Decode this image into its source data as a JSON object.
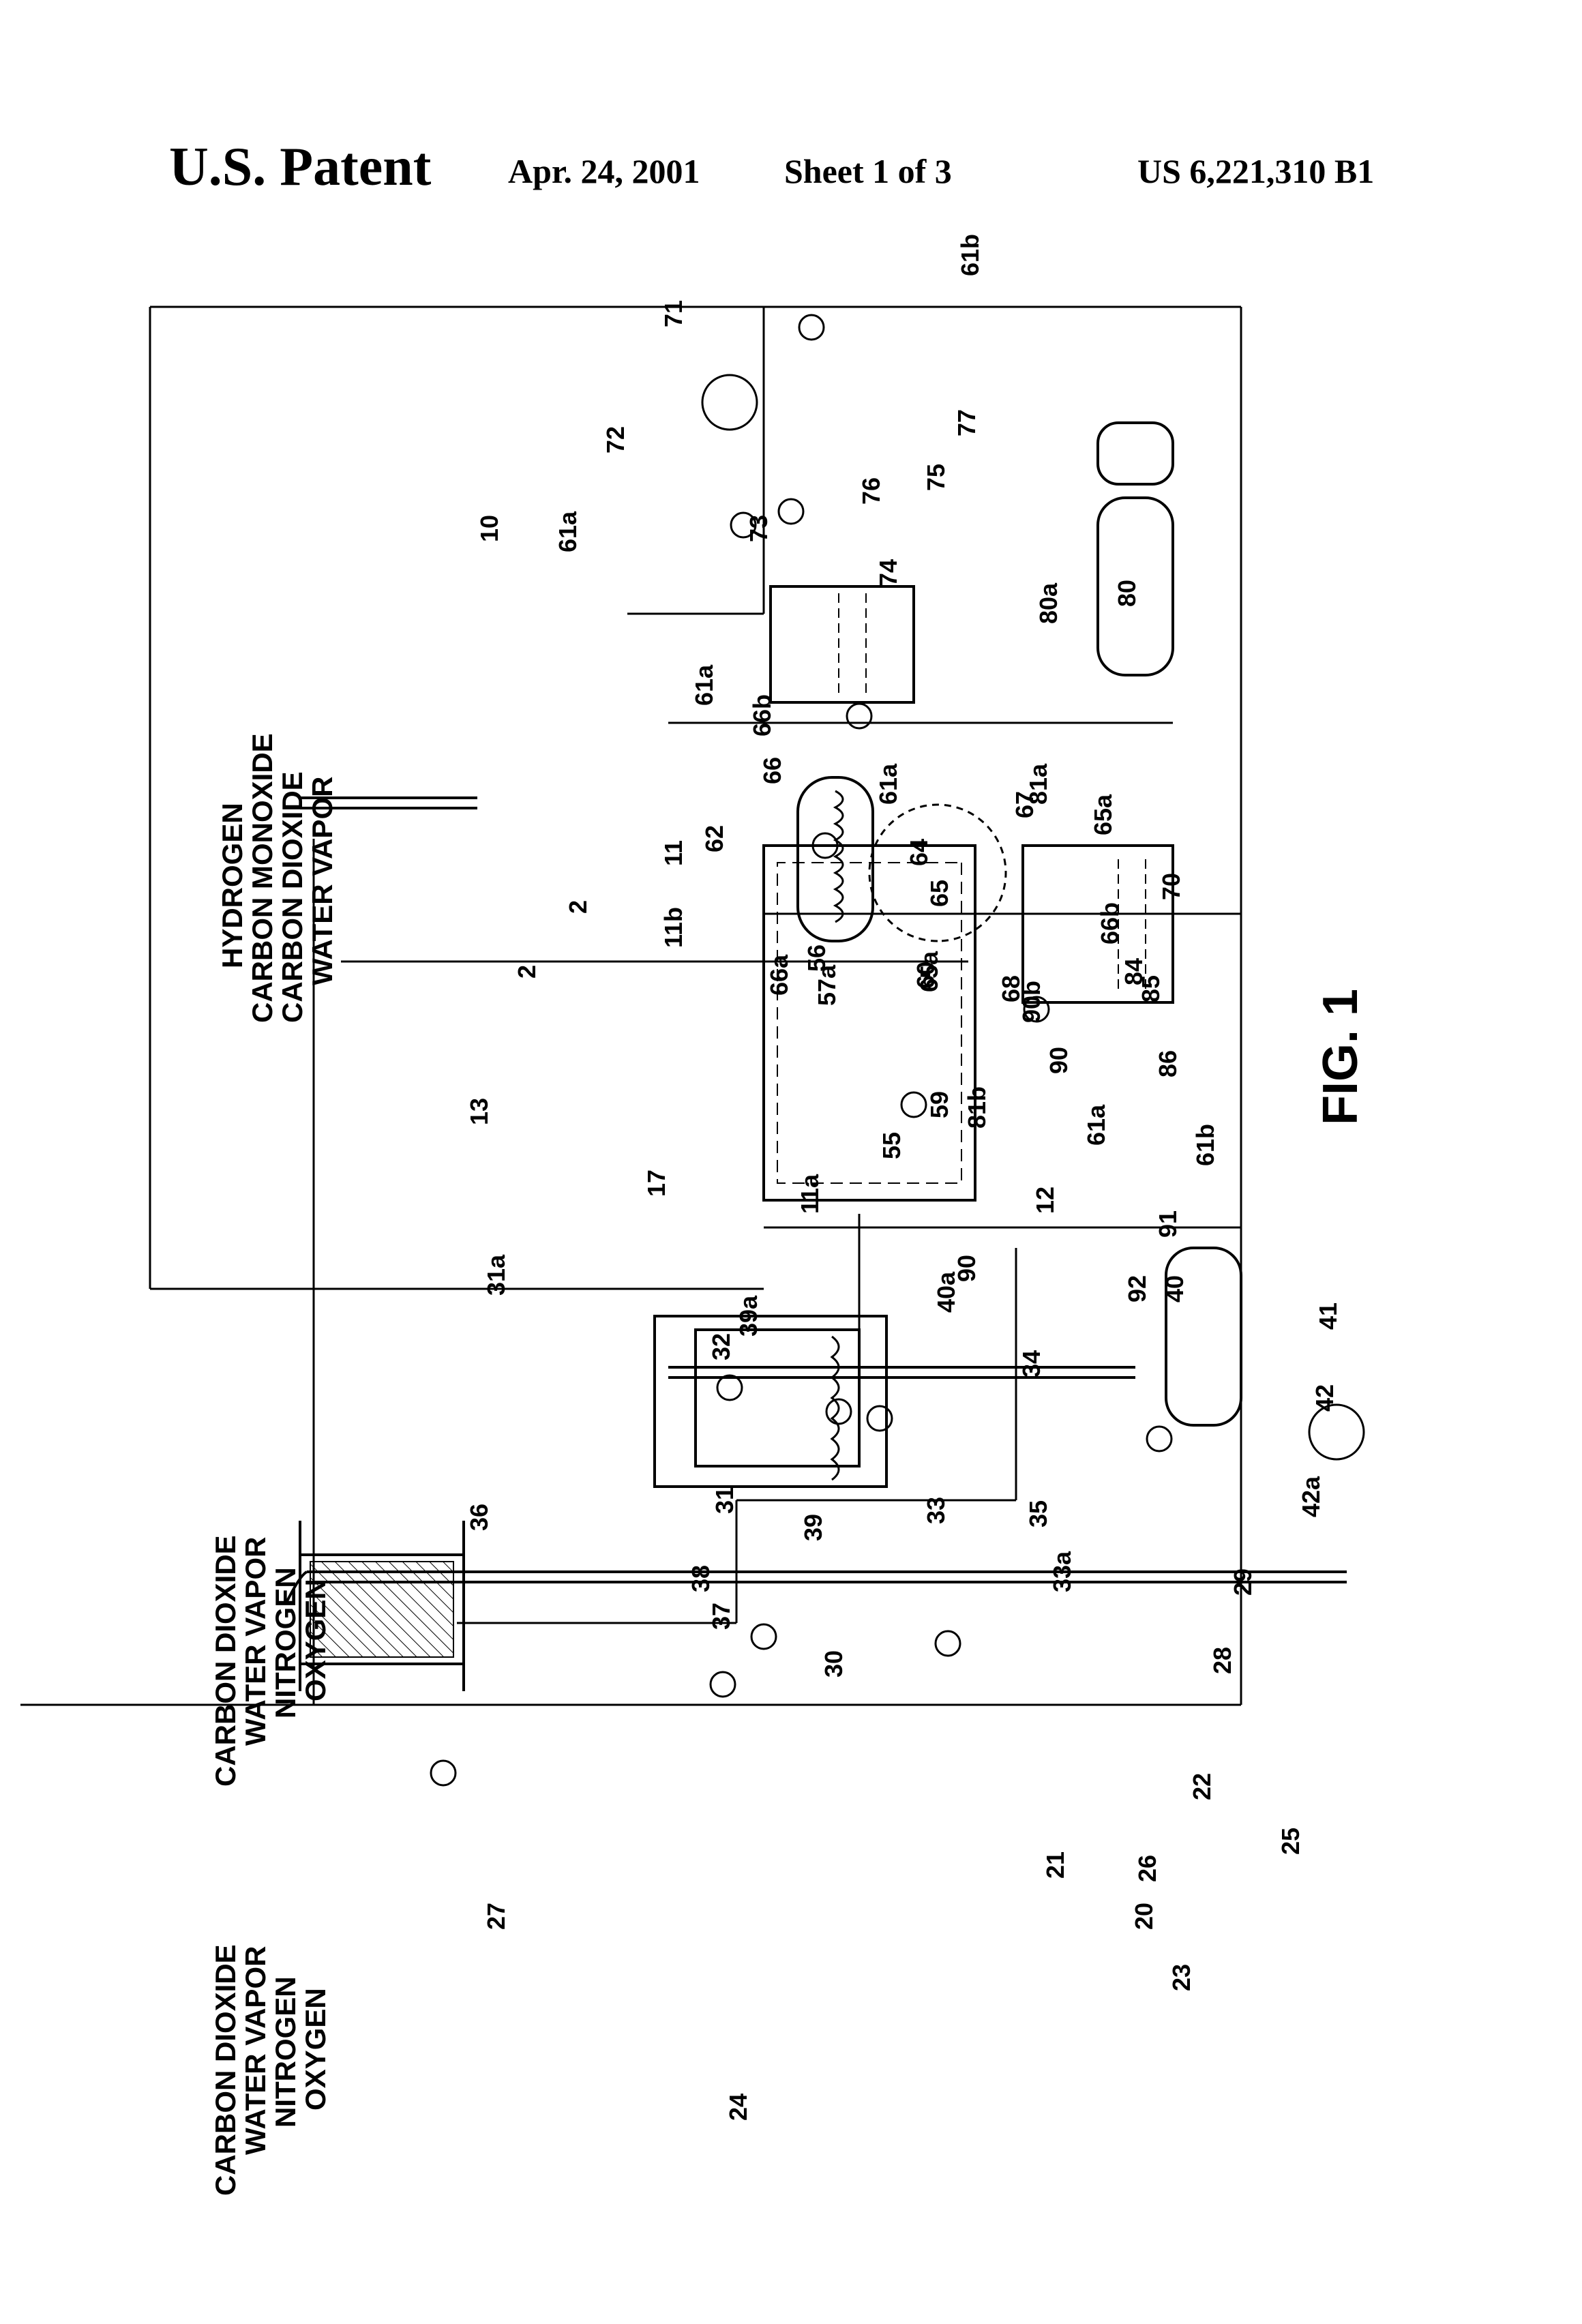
{
  "header": {
    "patent_label": "U.S. Patent",
    "date": "Apr. 24, 2001",
    "sheet": "Sheet 1 of 3",
    "number": "US 6,221,310 B1"
  },
  "figure": {
    "caption": "FIG. 1",
    "outlet_27": [
      "CARBON DIOXIDE",
      "WATER VAPOR",
      "NITROGEN",
      "OXYGEN"
    ],
    "outlet_36": [
      "CARBON DIOXIDE",
      "WATER VAPOR",
      "NITROGEN",
      "OXYGEN"
    ],
    "outlet_66": [
      "HYDROGEN",
      "CARBON MONOXIDE",
      "CARBON DIOXIDE",
      "WATER VAPOR"
    ],
    "refs": {
      "r10": "10",
      "r11": "11",
      "r11a": "11a",
      "r11b": "11b",
      "r12": "12",
      "r13": "13",
      "r17": "17",
      "r2a": "2",
      "r2b": "2",
      "r20": "20",
      "r21": "21",
      "r22": "22",
      "r23": "23",
      "r24": "24",
      "r25": "25",
      "r26": "26",
      "r27": "27",
      "r28": "28",
      "r29": "29",
      "r30": "30",
      "r31": "31",
      "r31a": "31a",
      "r32": "32",
      "r33": "33",
      "r33a": "33a",
      "r34": "34",
      "r35": "35",
      "r36": "36",
      "r37": "37",
      "r38": "38",
      "r39": "39",
      "r39a": "39a",
      "r40": "40",
      "r40a": "40a",
      "r41": "41",
      "r42": "42",
      "r42a": "42a",
      "r55": "55",
      "r56": "56",
      "r57a": "57a",
      "r59": "59",
      "r60": "60",
      "r61a_1": "61a",
      "r61a_2": "61a",
      "r61a_3": "61a",
      "r61a_4": "61a",
      "r61b_1": "61b",
      "r61b_2": "61b",
      "r62": "62",
      "r64": "64",
      "r65": "65",
      "r65a_1": "65a",
      "r65a_2": "65a",
      "r66": "66",
      "r66a": "66a",
      "r66b_1": "66b",
      "r66b_2": "66b",
      "r67": "67",
      "r68": "68",
      "r70": "70",
      "r71": "71",
      "r72": "72",
      "r73": "73",
      "r74": "74",
      "r75": "75",
      "r76": "76",
      "r77": "77",
      "r80": "80",
      "r80a": "80a",
      "r81a": "81a",
      "r81b": "81b",
      "r84": "84",
      "r85": "85",
      "r86": "86",
      "r90_1": "90",
      "r90_2": "90",
      "r90b": "90b",
      "r91": "91",
      "r92": "92"
    }
  }
}
